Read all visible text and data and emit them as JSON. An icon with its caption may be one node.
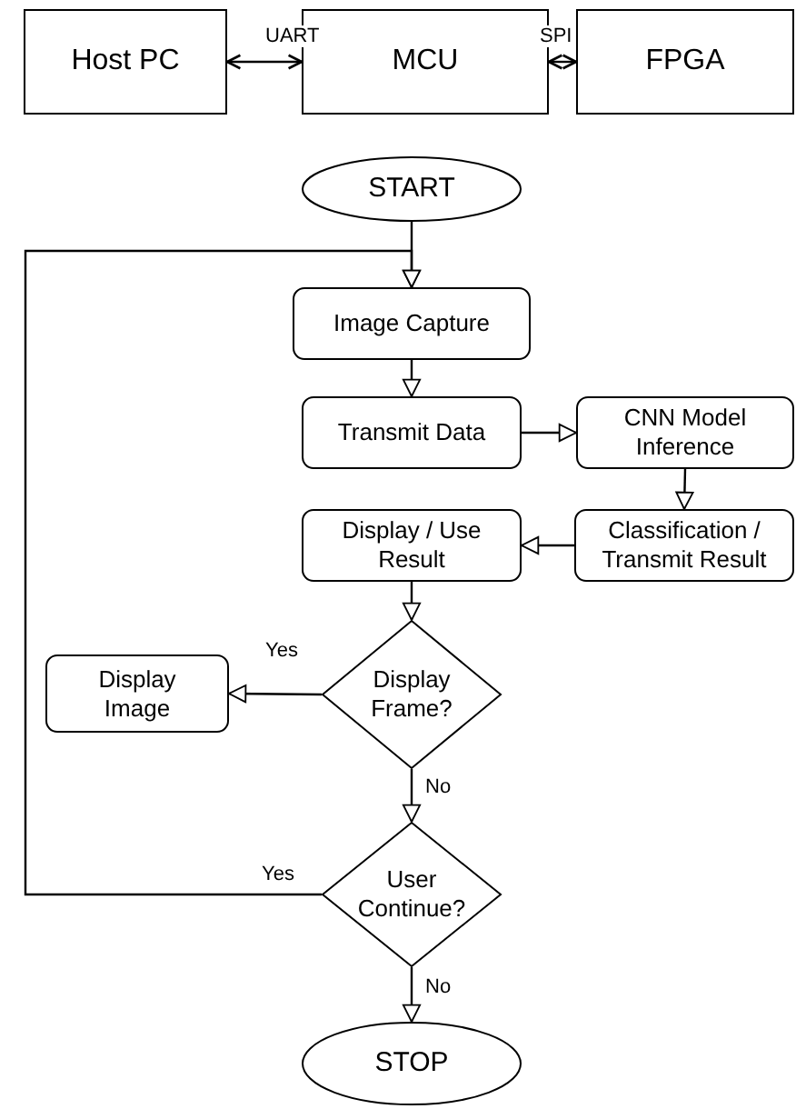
{
  "diagram": {
    "nodes": [
      {
        "text": [
          "Host PC"
        ]
      },
      {
        "text": [
          "MCU"
        ]
      },
      {
        "text": [
          "FPGA"
        ]
      },
      {
        "text": [
          "START"
        ]
      },
      {
        "text": [
          "Image Capture"
        ]
      },
      {
        "text": [
          "Transmit Data"
        ]
      },
      {
        "text": [
          "CNN Model Inference"
        ]
      },
      {
        "text": [
          "Display / Use Result"
        ]
      },
      {
        "text": [
          "Classification / Transmit Result"
        ]
      },
      {
        "text": [
          "Display Frame?"
        ]
      },
      {
        "text": [
          "Display Image"
        ]
      },
      {
        "text": [
          "User Continue?"
        ]
      },
      {
        "text": [
          "STOP"
        ]
      }
    ],
    "edges": [
      {
        "from": 0,
        "to": 1,
        "arrow": "both",
        "label": "UART"
      },
      {
        "from": 1,
        "to": 2,
        "arrow": "both",
        "label": "SPI"
      },
      {
        "from": 3,
        "to": 4,
        "arrow": "to"
      },
      {
        "from": 4,
        "to": 5,
        "arrow": "to"
      },
      {
        "from": 5,
        "to": 6,
        "arrow": "to"
      },
      {
        "from": 6,
        "to": 8,
        "arrow": "to"
      },
      {
        "from": 8,
        "to": 7,
        "arrow": "to"
      },
      {
        "from": 7,
        "to": 9,
        "arrow": "to"
      },
      {
        "from": 9,
        "to": 10,
        "arrow": "to",
        "label": "Yes"
      },
      {
        "from": 9,
        "to": 11,
        "arrow": "to",
        "label": "No"
      },
      {
        "from": 11,
        "to": 4,
        "arrow": "to",
        "label": "Yes"
      },
      {
        "from": 11,
        "to": 12,
        "arrow": "to",
        "label": "No"
      }
    ]
  }
}
